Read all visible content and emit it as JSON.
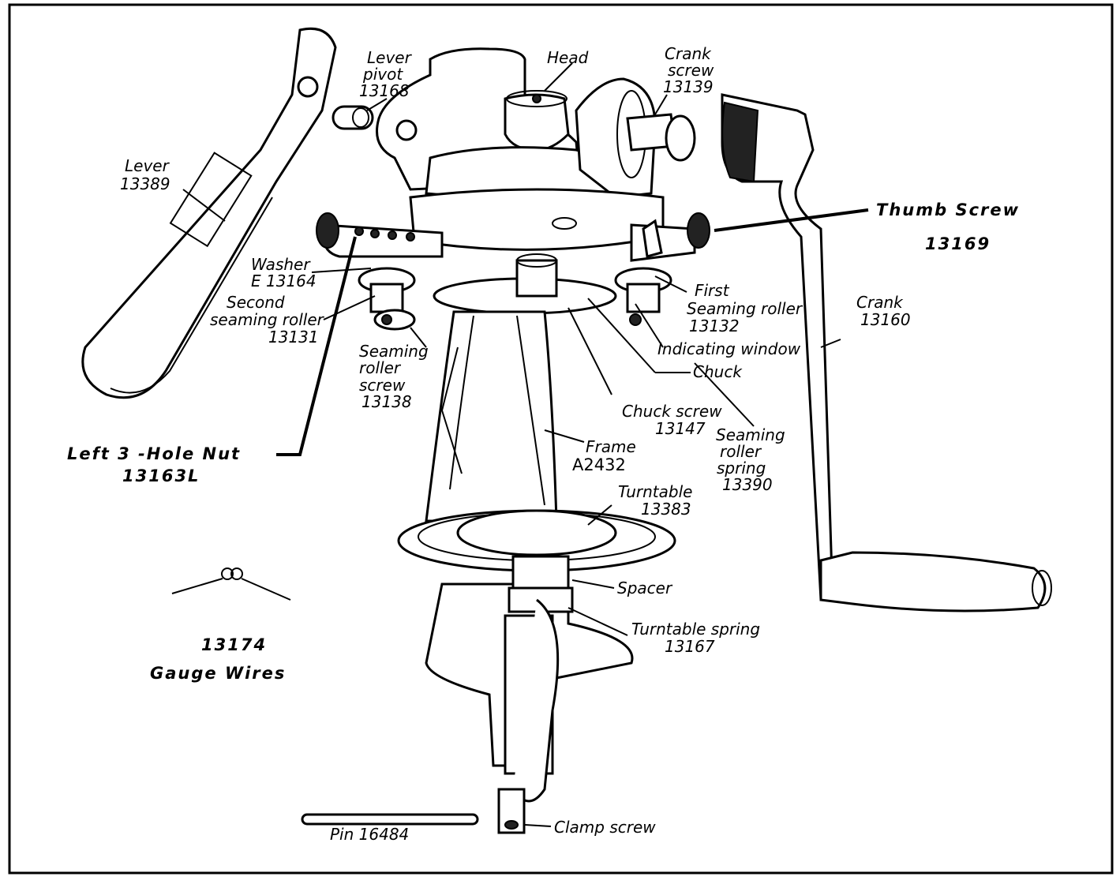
{
  "labels": {
    "lever": [
      "Lever",
      "13389"
    ],
    "lever_pivot": [
      "Lever",
      "pivot",
      "13168"
    ],
    "head": [
      "Head"
    ],
    "crank_screw": [
      "Crank",
      "screw",
      "13139"
    ],
    "thumb_screw": [
      "Thumb Screw",
      "13169"
    ],
    "washer": [
      "Washer",
      "E 13164"
    ],
    "second_roller": [
      "Second",
      "seaming roller",
      "13131"
    ],
    "first_roller": [
      "First",
      "Seaming roller",
      "13132"
    ],
    "crank": [
      "Crank",
      "13160"
    ],
    "indicating_window": [
      "Indicating window"
    ],
    "chuck": [
      "Chuck"
    ],
    "roller_screw": [
      "Seaming",
      "roller",
      "screw",
      "13138"
    ],
    "left_nut": [
      "Left 3 -Hole Nut",
      "13163L"
    ],
    "chuck_screw": [
      "Chuck screw",
      "13147"
    ],
    "roller_spring": [
      "Seaming",
      "roller",
      "spring",
      "13390"
    ],
    "frame": [
      "Frame",
      "A2432"
    ],
    "turntable": [
      "Turntable",
      "13383"
    ],
    "spacer": [
      "Spacer"
    ],
    "turntable_spring": [
      "Turntable spring",
      "13167"
    ],
    "gauge_wires": [
      "13174",
      "Gauge Wires"
    ],
    "pin": [
      "Pin 16484"
    ],
    "clamp_screw": [
      "Clamp screw"
    ]
  }
}
